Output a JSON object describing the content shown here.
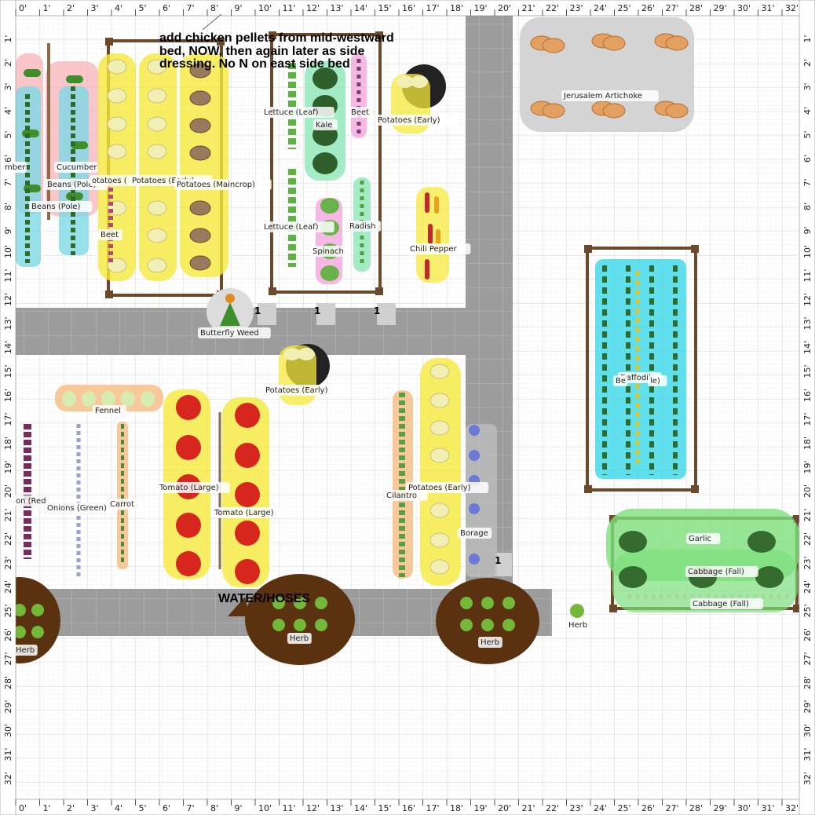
{
  "ruler": {
    "labels": [
      "0'",
      "1'",
      "2'",
      "3'",
      "4'",
      "5'",
      "6'",
      "7'",
      "8'",
      "9'",
      "10'",
      "11'",
      "12'",
      "13'",
      "14'",
      "15'",
      "16'",
      "17'",
      "18'",
      "19'",
      "20'",
      "21'",
      "22'",
      "23'",
      "24'",
      "25'",
      "26'",
      "27'",
      "28'",
      "29'",
      "30'",
      "31'",
      "32'"
    ]
  },
  "note": {
    "line1": "add chicken pellets from mid-westward",
    "line2": "bed,  NOW, then again later as side",
    "line3": "dressing. No N on east side bed"
  },
  "water_label": "WATER/HOSES",
  "markers": {
    "one": "1"
  },
  "plants": {
    "cucumber_a": "mber",
    "cucumber_b": "Cucumber",
    "beans_a": "Beans (Pole)",
    "beans_b": "Beans (Pole)",
    "potatoes_a": "otatoes (",
    "potatoes_b": "Potatoes (Early)",
    "potatoes_maincrop": "Potatoes (Maincrop)",
    "beet_a": "Beet",
    "lettuce_a": "Lettuce (Leaf)",
    "kale": "Kale",
    "beet_b": "Beet",
    "lettuce_b": "Lettuce (Leaf)",
    "radish": "Radish",
    "spinach": "Spinach",
    "potatoes_c": "Potatoes (Early)",
    "chili": "Chili Pepper",
    "artichoke": "Jerusalem Artichoke",
    "butterfly": "Butterfly Weed",
    "potatoes_d": "Potatoes (Early)",
    "fennel": "Fennel",
    "onion_red": "on (Red",
    "onion_green": "Onions (Green)",
    "carrot": "Carrot",
    "tomato_a": "Tomato (Large)",
    "tomato_b": "Tomato (Large)",
    "cilantro": "Cilantro",
    "potatoes_e": "Potatoes (Early)",
    "borage": "Borage",
    "daffodil": "Daffodil",
    "daffodil_hidden": "Be",
    "daffodil_hidden2": "le)",
    "garlic": "Garlic",
    "cabbage_a": "Cabbage (Fall)",
    "cabbage_b": "Cabbage (Fall)",
    "herb_a": "Herb",
    "herb_b": "Herb",
    "herb_c": "Herb",
    "herb_d": "Herb"
  }
}
